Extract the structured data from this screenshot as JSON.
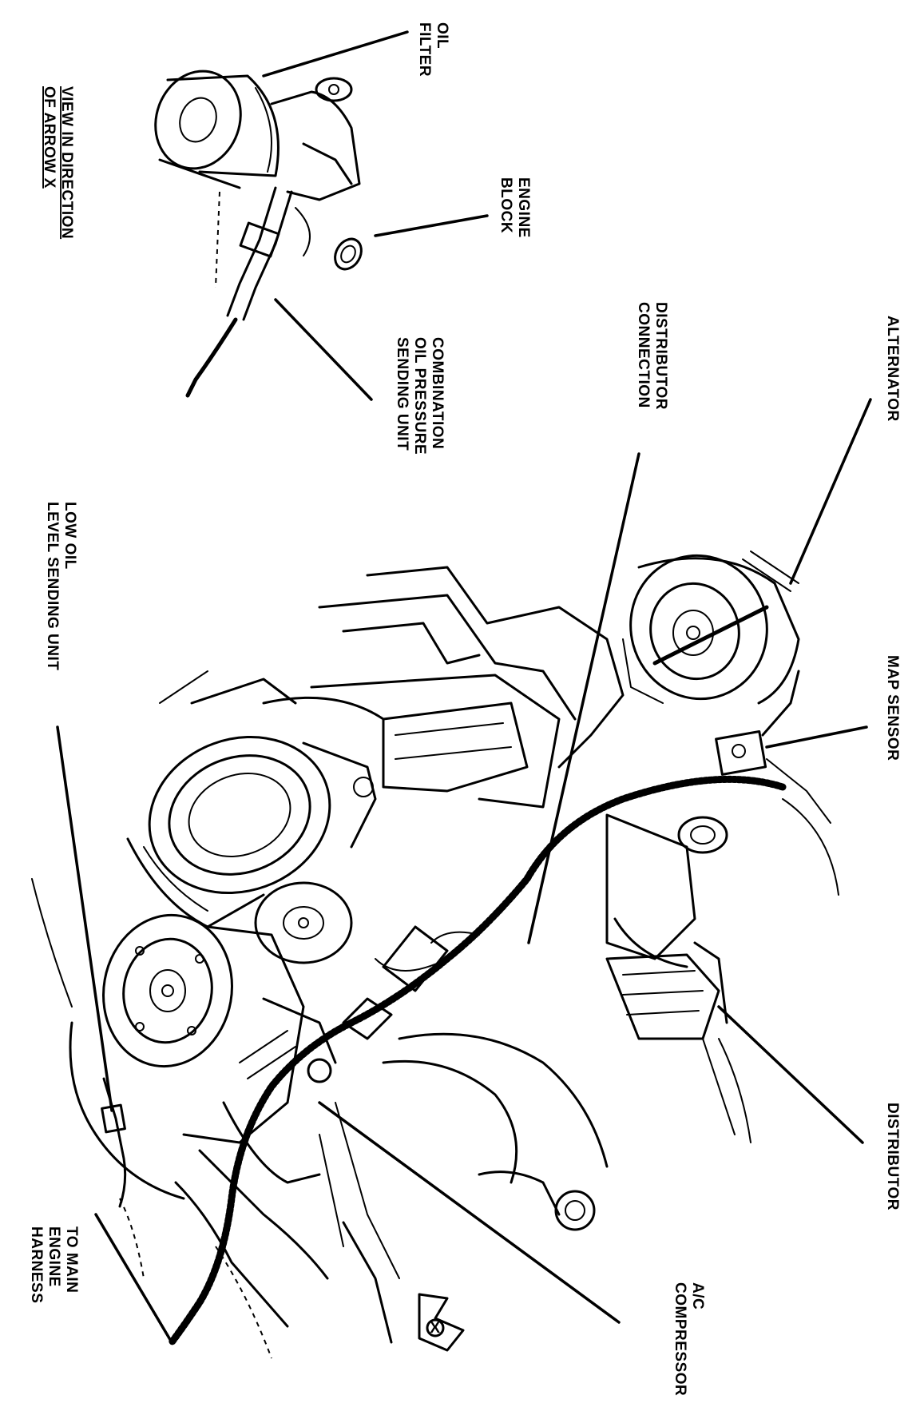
{
  "labels": {
    "oil_filter": [
      "OIL",
      "FILTER"
    ],
    "engine_block": [
      "ENGINE",
      "BLOCK"
    ],
    "view_direction": [
      "VIEW IN DIRECTION",
      "OF ARROW X"
    ],
    "oil_pressure_unit": [
      "COMBINATION",
      "OIL PRESSURE",
      "SENDING UNIT"
    ],
    "distributor_connection": [
      "DISTRIBUTOR",
      "CONNECTION"
    ],
    "alternator": [
      "ALTERNATOR"
    ],
    "map_sensor": [
      "MAP SENSOR"
    ],
    "low_oil_unit": [
      "LOW OIL",
      "LEVEL SENDING UNIT"
    ],
    "distributor": [
      "DISTRIBUTOR"
    ],
    "main_harness": [
      "TO MAIN",
      "ENGINE",
      "HARNESS"
    ],
    "ac_compressor": [
      "A/C",
      "COMPRESSOR"
    ],
    "arrow_x": "X"
  }
}
